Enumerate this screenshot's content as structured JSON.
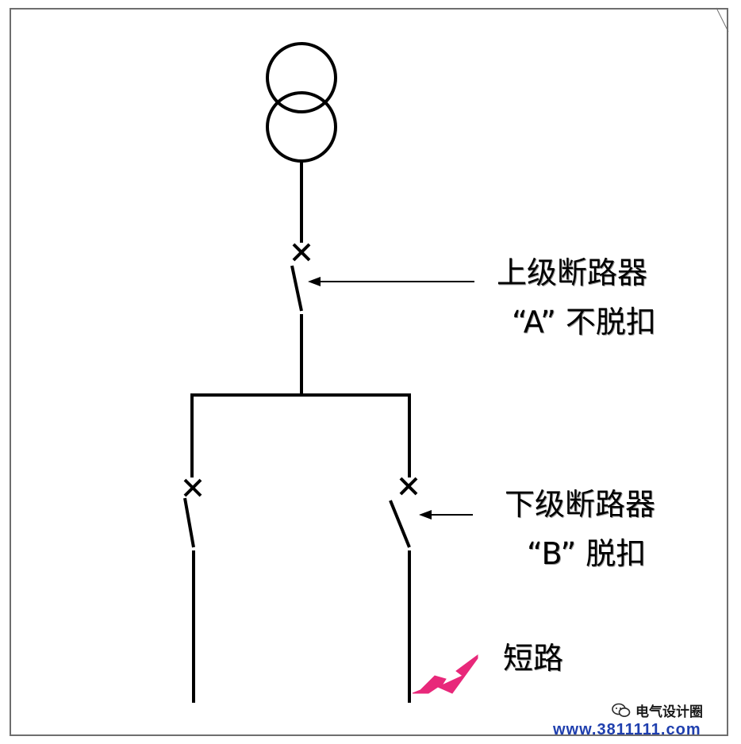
{
  "labels": {
    "upper_breaker_line1": "上级断路器",
    "upper_breaker_quote": "“A”",
    "upper_breaker_status": "不脱扣",
    "lower_breaker_line1": "下级断路器",
    "lower_breaker_quote": "“B”",
    "lower_breaker_status": "脱扣",
    "short_circuit": "短路"
  },
  "watermark": {
    "text": "电气设计圈",
    "url": "www.3811111.com"
  },
  "colors": {
    "line": "#000000",
    "fault_arrow": "#e8287a",
    "url": "#1f3fae",
    "frame": "#6e6e6e"
  },
  "icons": {
    "transformer": "transformer-symbol",
    "breaker_trip_mark": "x-mark",
    "fault": "lightning-bolt",
    "watermark": "wechat-icon"
  }
}
